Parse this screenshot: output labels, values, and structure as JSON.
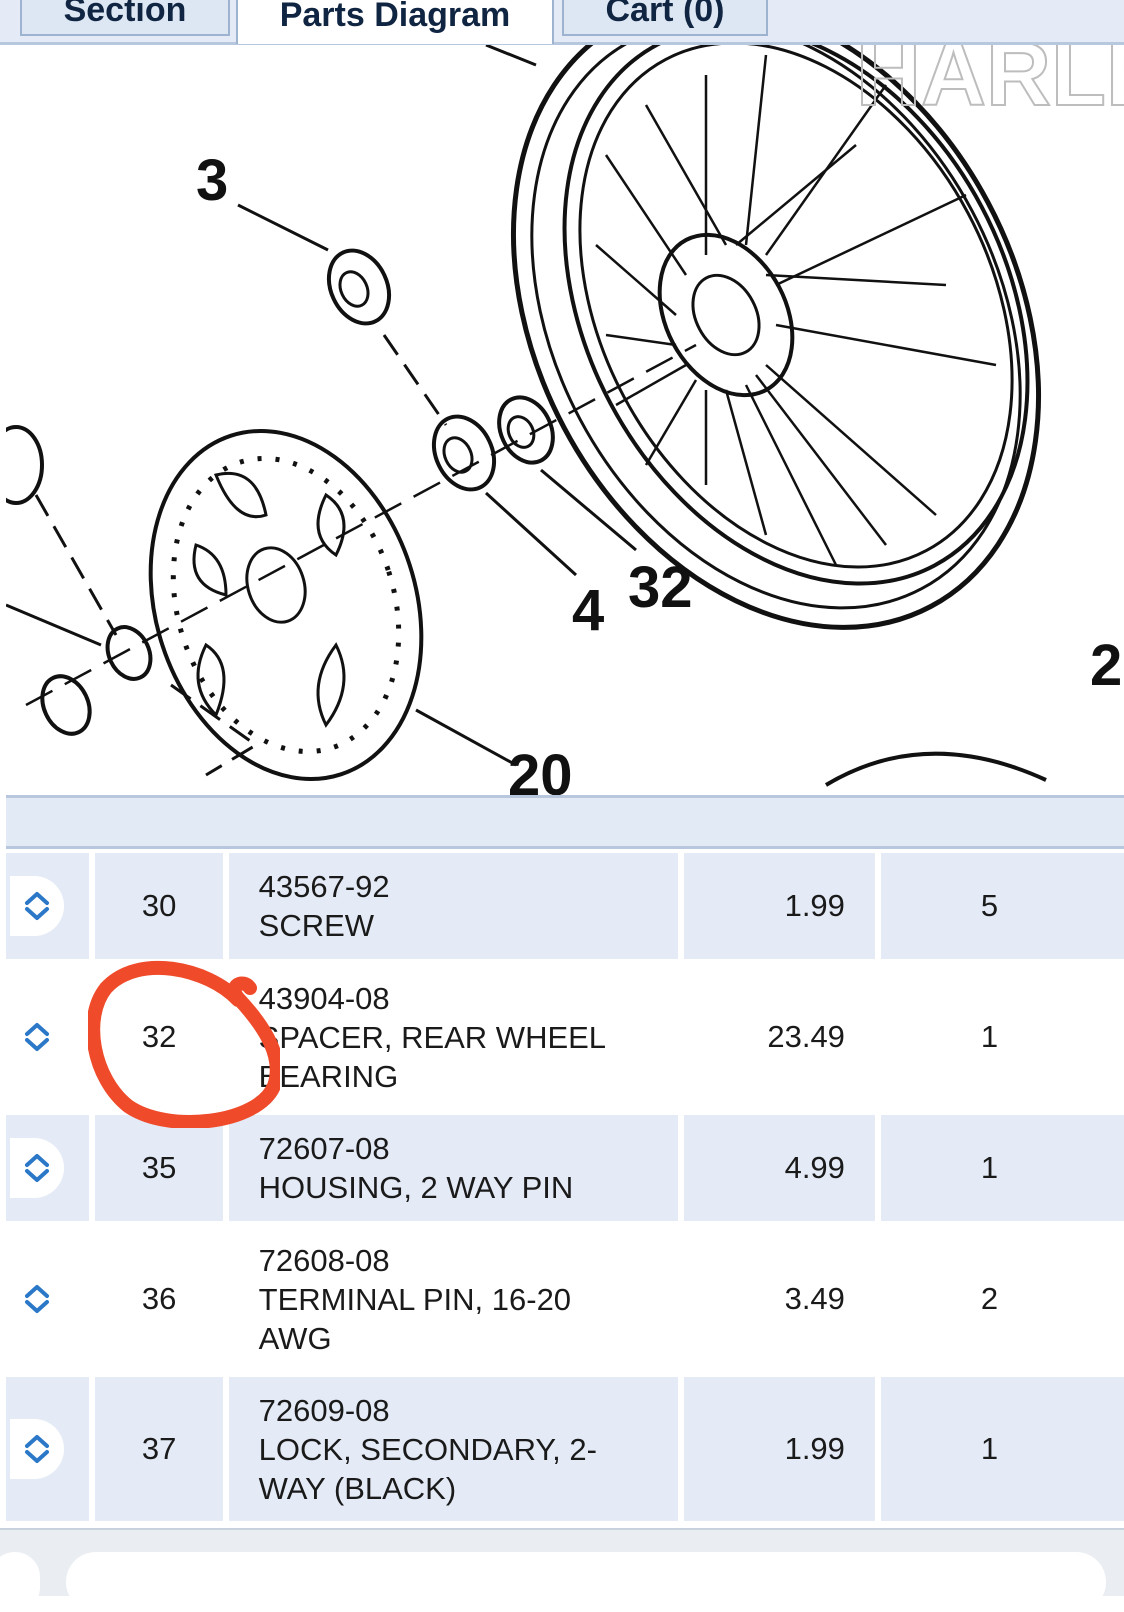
{
  "tabs": [
    {
      "label": "Section"
    },
    {
      "label": "Parts Diagram"
    },
    {
      "label": "Cart (0)"
    }
  ],
  "diagram": {
    "callouts": [
      "3",
      "4",
      "32",
      "20",
      "2"
    ],
    "watermark": "HARLEY"
  },
  "parts": [
    {
      "item": "30",
      "part_number": "43567-92",
      "description": [
        "SCREW"
      ],
      "price": "1.99",
      "qty": "5"
    },
    {
      "item": "32",
      "part_number": "43904-08",
      "description": [
        "SPACER, REAR WHEEL",
        "BEARING"
      ],
      "price": "23.49",
      "qty": "1"
    },
    {
      "item": "35",
      "part_number": "72607-08",
      "description": [
        "HOUSING, 2 WAY PIN"
      ],
      "price": "4.99",
      "qty": "1"
    },
    {
      "item": "36",
      "part_number": "72608-08",
      "description": [
        "TERMINAL PIN, 16-20",
        "AWG"
      ],
      "price": "3.49",
      "qty": "2"
    },
    {
      "item": "37",
      "part_number": "72609-08",
      "description": [
        "LOCK, SECONDARY, 2-",
        "WAY (BLACK)"
      ],
      "price": "1.99",
      "qty": "1"
    }
  ],
  "icons": {
    "expand": "chevron-up-down-icon"
  },
  "colors": {
    "row_shade": "#e4ebf6",
    "tab_text": "#0f2542",
    "icon_blue": "#2b78c8",
    "annotation": "#ef4b2b"
  }
}
